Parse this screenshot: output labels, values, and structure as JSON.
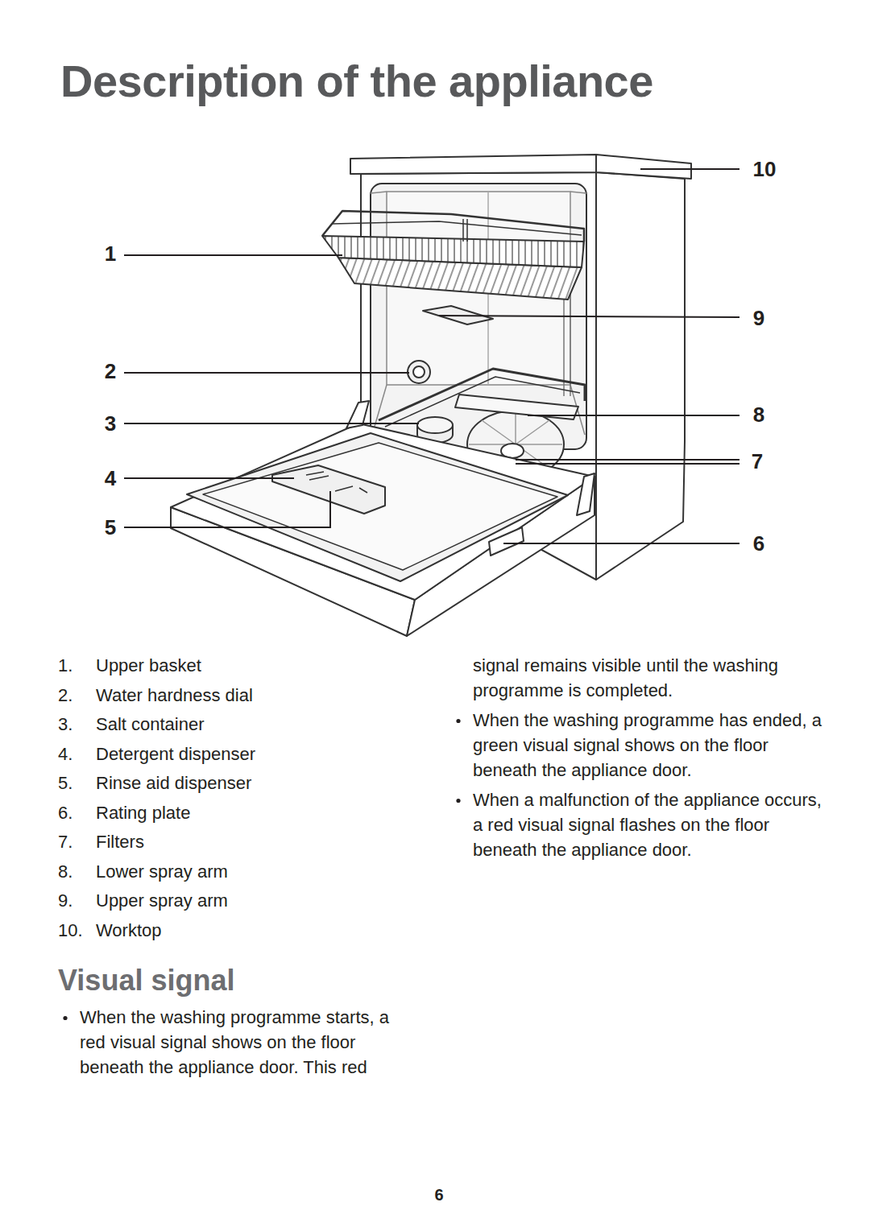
{
  "diagram": {
    "title": "Description of the appliance",
    "labels": [
      "10",
      "1",
      "9",
      "2",
      "3",
      "8",
      "7",
      "4",
      "5",
      "6",
      "1.",
      "Upper basket",
      "2.",
      "Water hardness dial",
      "3.",
      "Salt container",
      "4.",
      "Detergent dispenser",
      "5.",
      "Rinse aid dispenser",
      "6.",
      "Rating plate",
      "7.",
      "Filters",
      "8.",
      "Lower spray arm",
      "9.",
      "Upper spray arm",
      "10.",
      "Worktop",
      "Visual signal",
      "When the washing programme starts, a red visual signal shows on the floor beneath the appliance door. This red",
      "signal remains visible until the washing programme is completed.",
      "When the washing programme has ended, a green visual signal shows on the floor beneath the appliance door.",
      "When a malfunction of the appliance occurs, a red visual signal flashes on the floor beneath the appliance door.",
      "6"
    ]
  }
}
